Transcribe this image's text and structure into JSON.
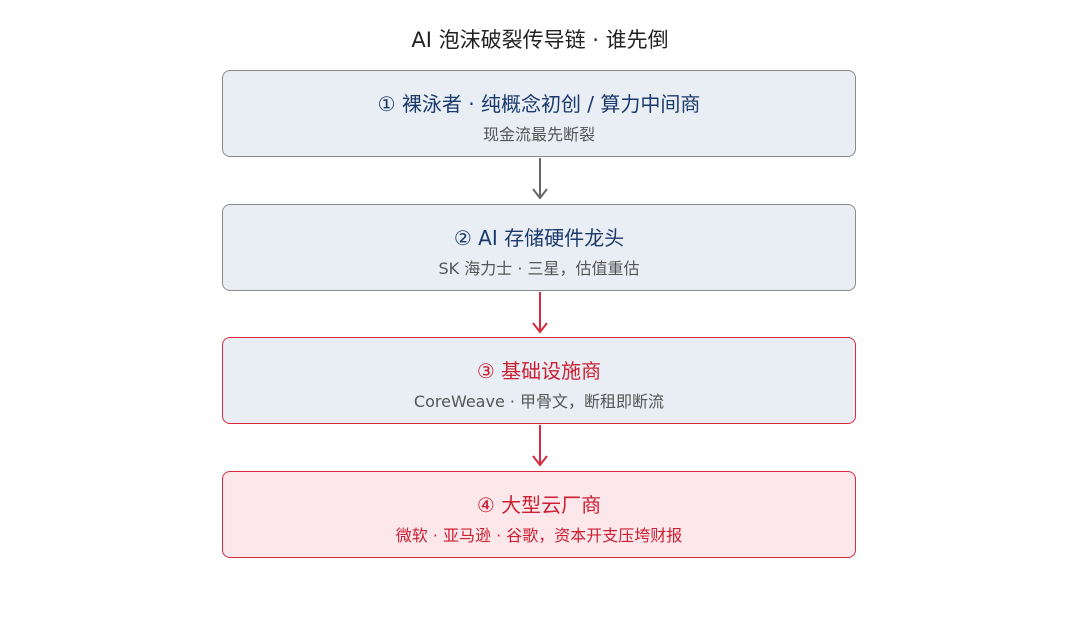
{
  "title": "AI 泡沫破裂传导链 · 谁先倒",
  "tiers": [
    {
      "title": "① 裸泳者 · 纯概念初创 / 算力中间商",
      "subtitle": "现金流最先断裂"
    },
    {
      "title": "② AI 存储硬件龙头",
      "subtitle": "SK 海力士 · 三星，估值重估"
    },
    {
      "title": "③ 基础设施商",
      "subtitle": "CoreWeave · 甲骨文，断租即断流"
    },
    {
      "title": "④ 大型云厂商",
      "subtitle": "微软 · 亚马逊 · 谷歌，资本开支压垮财报"
    }
  ],
  "colors": {
    "gray_border": "#8a8a8a",
    "red_accent": "#d62a3e",
    "box_fill": "#e9eef5",
    "box_fill_red": "#fce8ea",
    "navy_text": "#1a3a6b",
    "red_text": "#cc1f33"
  }
}
